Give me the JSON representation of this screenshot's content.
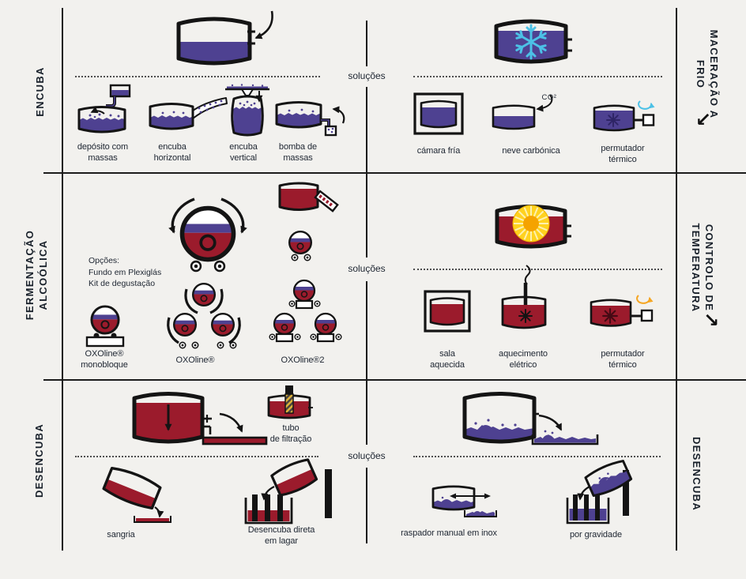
{
  "diagram": {
    "solucoes": "soluções",
    "co2": "CO²",
    "colors": {
      "background": "#f2f1ee",
      "ink": "#141414",
      "purple": "#4e4191",
      "wine": "#9b1b2c",
      "cyan": "#4cc1e6",
      "orange": "#f5a623",
      "sun_yellow": "#ffd21f",
      "sun_core": "#f5a300",
      "text": "#1d2531"
    },
    "rows": {
      "encuba": {
        "title": "ENCUBA",
        "items": [
          "depósito com\nmassas",
          "encuba\nhorizontal",
          "encuba\nvertical",
          "bomba de\nmassas"
        ]
      },
      "maceracao": {
        "title": "MACERAÇÃO A\nFRIO",
        "arrow": "↙",
        "items": [
          "cámara fría",
          "neve carbónica",
          "permutador\ntérmico"
        ]
      },
      "fermentacao": {
        "title": "FERMENTAÇÃO\nALCOÓLICA",
        "options_note": "Opções:\nFundo em Plexiglás\nKit de degustação",
        "items": [
          "OXOline®\nmonobloque",
          "OXOline®",
          "OXOline®2"
        ]
      },
      "controlo": {
        "title": "CONTROLO DE\nTEMPERATURA",
        "arrow": "↘",
        "items": [
          "sala\naquecida",
          "aquecimento\nelétrico",
          "permutador\ntérmico"
        ]
      },
      "desencuba_left": {
        "title": "DESENCUBA",
        "filter_label": "tubo\nde filtração",
        "items": [
          "sangria",
          "Desencuba direta\nem lagar"
        ]
      },
      "desencuba_right": {
        "title": "DESENCUBA",
        "items": [
          "raspador manual em inox",
          "por gravidade"
        ]
      }
    }
  }
}
